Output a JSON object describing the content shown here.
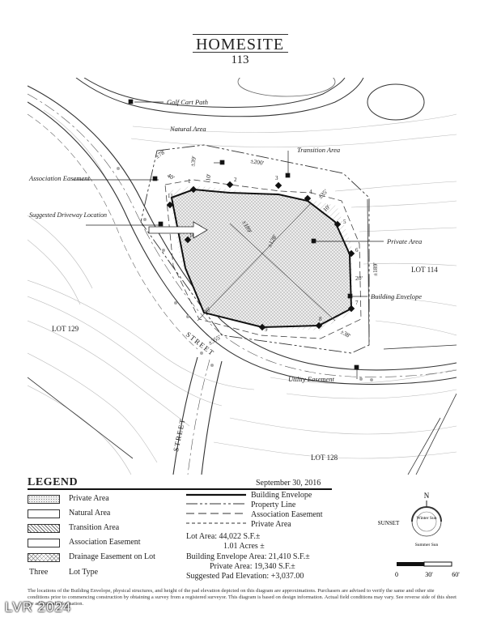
{
  "title": {
    "main": "HOMESITE",
    "number": "113"
  },
  "map": {
    "labels": {
      "golf_cart_path": "Golf Cart Path",
      "natural_area": "Natural Area",
      "transition_area": "Transition Area",
      "association_easement": "Association Easement",
      "suggested_driveway": "Suggested Driveway Location",
      "private_area": "Private Area",
      "building_envelope": "Building Envelope",
      "utility_easement": "Utility Easement",
      "lot_114": "LOT 114",
      "lot_129": "LOT 129",
      "lot_128": "LOT 128",
      "street_1": "STREET",
      "street_2": "STREET"
    },
    "dimensions": {
      "d78": "±78'",
      "d40": "40'",
      "d39": "±39'",
      "d10a": "10'",
      "d200": "±200'",
      "d35": "±35'",
      "d10b": "10'",
      "d189a": "±189'",
      "d128": "±128'",
      "d189b": "±189'",
      "d20": "20'",
      "d30": "30'",
      "d355": "±355'",
      "d38": "±38'"
    },
    "vertex_numbers": [
      "1",
      "2",
      "3",
      "4",
      "5",
      "6",
      "7",
      "8",
      "9",
      "10",
      "11"
    ]
  },
  "legend": {
    "title": "LEGEND",
    "date": "September 30, 2016",
    "areas": [
      {
        "label": "Private Area"
      },
      {
        "label": "Natural Area"
      },
      {
        "label": "Transition Area"
      },
      {
        "label": "Association Easement"
      },
      {
        "label": "Drainage Easement on Lot"
      },
      {
        "label": "Lot Type",
        "sample": "Three"
      }
    ],
    "lines": [
      {
        "label": "Building Envelope"
      },
      {
        "label": "Property Line"
      },
      {
        "label": "Association Easement"
      },
      {
        "label": "Private Area"
      }
    ],
    "stats": {
      "lot_area": "Lot Area: 44,022 S.F.±",
      "acres": "1.01 Acres ±",
      "envelope_area": "Building Envelope Area: 21,410 S.F.±",
      "private_area": "Private Area: 19,340 S.F.±",
      "pad_elevation": "Suggested Pad Elevation: +3,037.00"
    },
    "compass": {
      "north": "N",
      "sunset": "SUNSET",
      "winter": "Winter Sun",
      "summer": "Summer Sun"
    },
    "scale": {
      "zero": "0",
      "thirty": "30'",
      "sixty": "60'"
    }
  },
  "disclaimer": "The locations of the Building Envelope, physical structures, and height of the pad elevation depicted on this diagram are approximations. Purchasers are advised to verify the same and other site conditions prior to commencing construction by obtaining a survey from a registered surveyor. This diagram is based on design information. Actual field conditions may vary. See reverse side of this sheet for additional information.",
  "watermark": "LVR 2024"
}
